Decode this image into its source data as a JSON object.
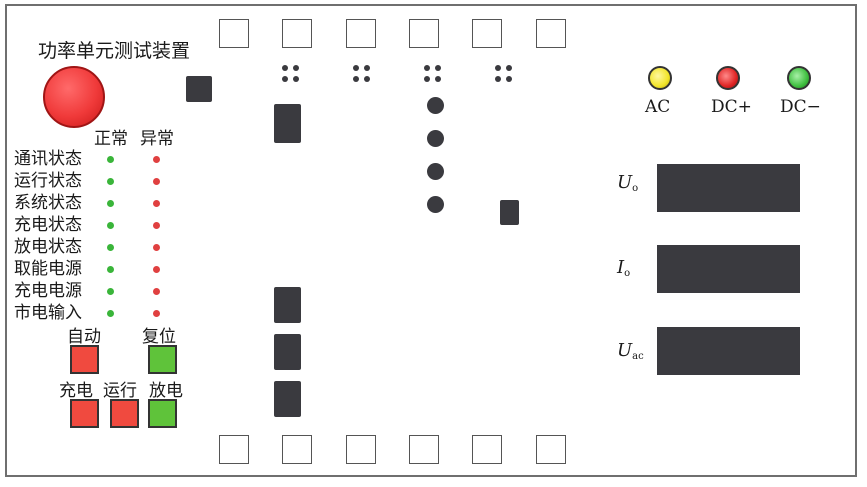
{
  "title": "功率单元测试装置",
  "status_headers": {
    "normal": "正常",
    "abnormal": "异常"
  },
  "status_items": [
    "通讯状态",
    "运行状态",
    "系统状态",
    "充电状态",
    "放电状态",
    "取能电源",
    "充电电源",
    "市电输入"
  ],
  "buttons": {
    "auto": "自动",
    "reset": "复位",
    "charge": "充电",
    "run": "运行",
    "discharge": "放电"
  },
  "indicators": {
    "ac": "AC",
    "dc_plus": "DC+",
    "dc_minus": "DC−"
  },
  "meters": {
    "uo": {
      "symbol": "U",
      "sub": "o"
    },
    "io": {
      "symbol": "I",
      "sub": "o"
    },
    "uac": {
      "symbol": "U",
      "sub": "ac"
    }
  },
  "colors": {
    "normal_led": "#3ab53a",
    "abnormal_led": "#e04040",
    "button_red": "#f04a3f",
    "button_green": "#5fc33a",
    "ac_led": "#f2e52a",
    "dc_plus_led": "#e02424",
    "dc_minus_led": "#3fbf3f"
  }
}
